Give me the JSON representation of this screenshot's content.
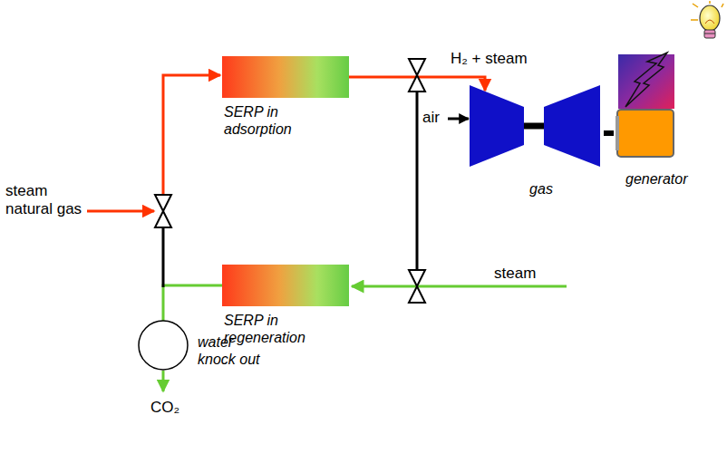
{
  "diagram": {
    "nodes": [
      {
        "text": [
          "SERP in adsorption"
        ]
      },
      {
        "text": [
          "SERP in regeneration"
        ]
      },
      {
        "text": [
          "gas"
        ]
      },
      {
        "text": [
          "generator"
        ]
      },
      {
        "text": [
          "water knock out"
        ]
      }
    ],
    "edges": [
      {
        "from": 0,
        "to": 2,
        "arrow": "to",
        "label": "H₂ + steam"
      },
      {
        "from": 1,
        "to": 4,
        "arrow": "none"
      },
      {
        "from": 2,
        "to": 3,
        "arrow": "none"
      }
    ],
    "labels": [
      "steam",
      "natural gas",
      "air",
      "steam",
      "CO₂"
    ]
  }
}
